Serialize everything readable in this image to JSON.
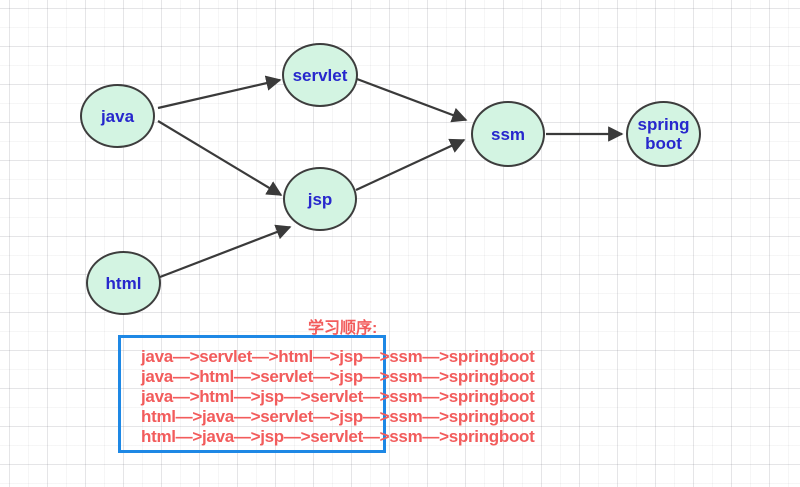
{
  "diagram": {
    "nodes": [
      {
        "id": "java",
        "label": "java"
      },
      {
        "id": "servlet",
        "label": "servlet"
      },
      {
        "id": "jsp",
        "label": "jsp"
      },
      {
        "id": "html",
        "label": "html"
      },
      {
        "id": "ssm",
        "label": "ssm"
      },
      {
        "id": "springboot",
        "label": "spring boot"
      }
    ],
    "edges": [
      {
        "from": "java",
        "to": "servlet"
      },
      {
        "from": "java",
        "to": "jsp"
      },
      {
        "from": "html",
        "to": "jsp"
      },
      {
        "from": "servlet",
        "to": "ssm"
      },
      {
        "from": "jsp",
        "to": "ssm"
      },
      {
        "from": "ssm",
        "to": "springboot"
      }
    ]
  },
  "legend": {
    "title": "学习顺序:",
    "paths": [
      "java—>servlet—>html—>jsp—>ssm—>springboot",
      "java—>html—>servlet—>jsp—>ssm—>springboot",
      "java—>html—>jsp—>servlet—>ssm—>springboot",
      "html—>java—>servlet—>jsp—>ssm—>springboot",
      "html—>java—>jsp—>servlet—>ssm—>springboot"
    ]
  },
  "colors": {
    "node_fill": "#d3f4e2",
    "node_border": "#3d3d3d",
    "node_text": "#2727cd",
    "arrow": "#3a3a3a",
    "legend_box_border": "#1e88e5",
    "legend_text": "#f25c5c"
  }
}
